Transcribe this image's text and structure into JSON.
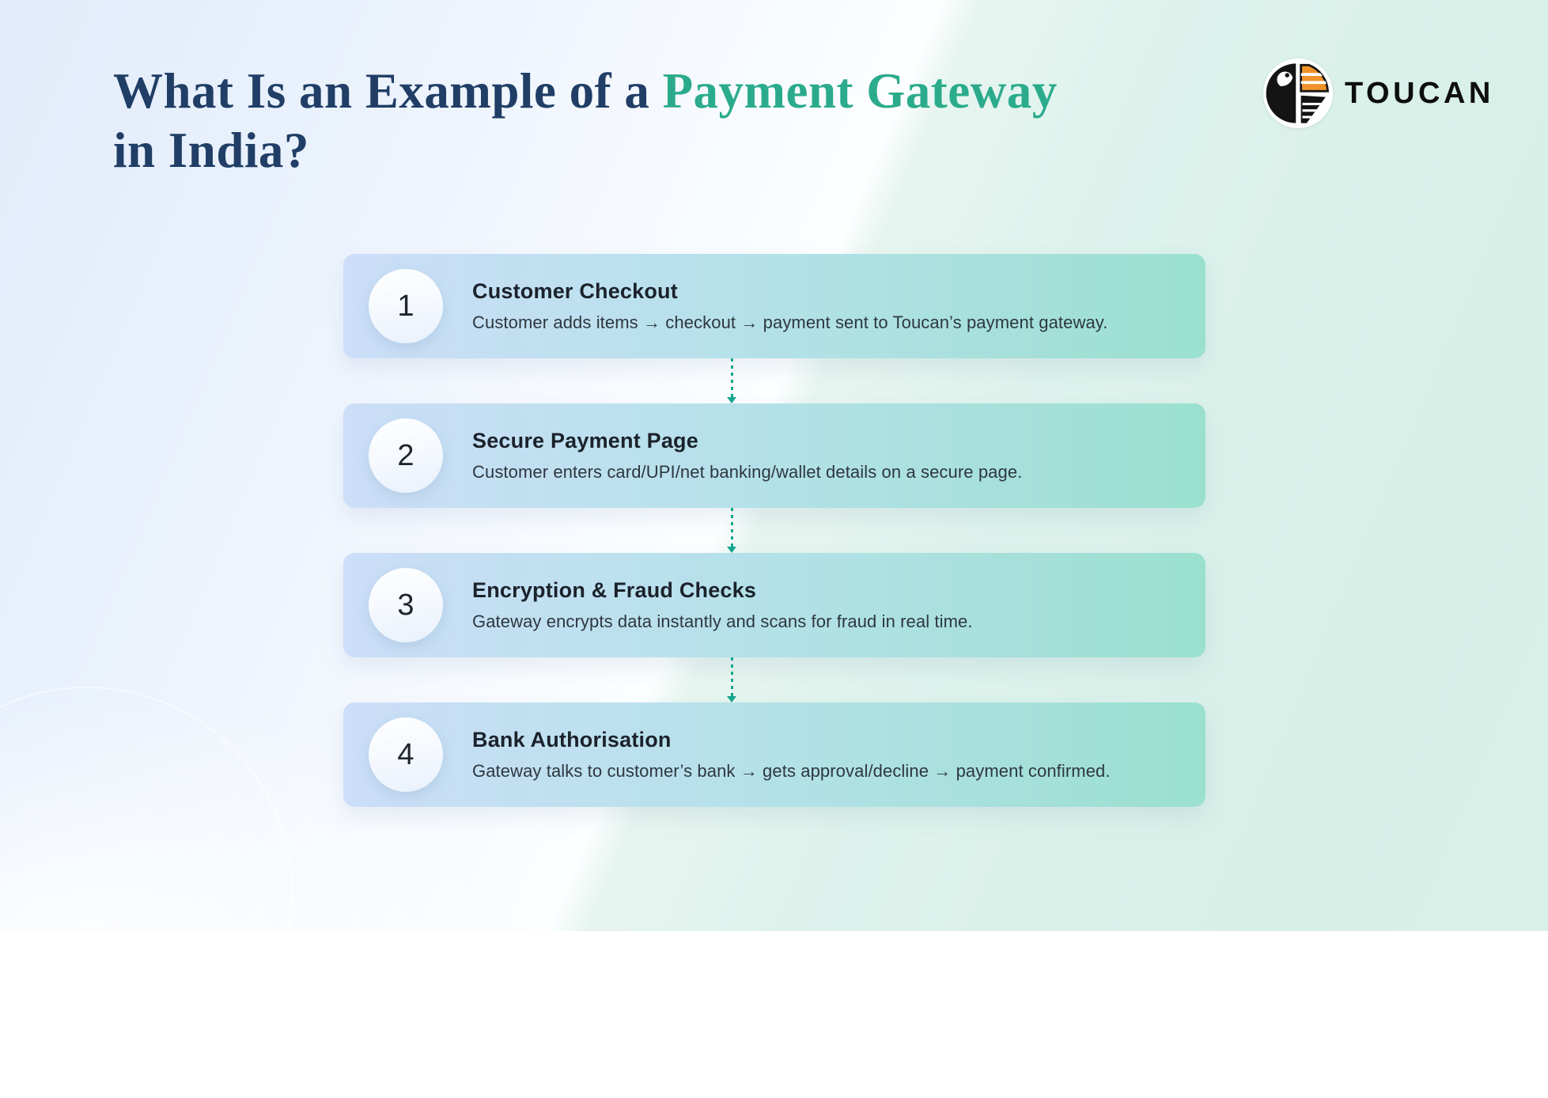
{
  "header": {
    "title_prefix": "What Is an Example of a ",
    "title_accent": "Payment Gateway",
    "title_line2": "in India?"
  },
  "logo": {
    "brand": "TOUCAN"
  },
  "steps": [
    {
      "number": "1",
      "title": "Customer Checkout",
      "description": "Customer adds items → checkout → payment sent to Toucan’s payment gateway."
    },
    {
      "number": "2",
      "title": "Secure Payment Page",
      "description": "Customer enters card/UPI/net banking/wallet details on a secure page."
    },
    {
      "number": "3",
      "title": "Encryption & Fraud Checks",
      "description": "Gateway encrypts data instantly and scans for fraud in real time."
    },
    {
      "number": "4",
      "title": "Bank Authorisation",
      "description": "Gateway talks to customer’s bank → gets approval/decline → payment confirmed."
    }
  ],
  "colors": {
    "accent_teal": "#2bab8c",
    "title_navy": "#203e66",
    "connector_teal": "#14a68c",
    "card_gradient_left": "#ccdef8",
    "card_gradient_mid": "#b4e1e9",
    "card_gradient_right": "#9be0cf",
    "logo_orange": "#f0932a",
    "logo_black": "#141414"
  }
}
